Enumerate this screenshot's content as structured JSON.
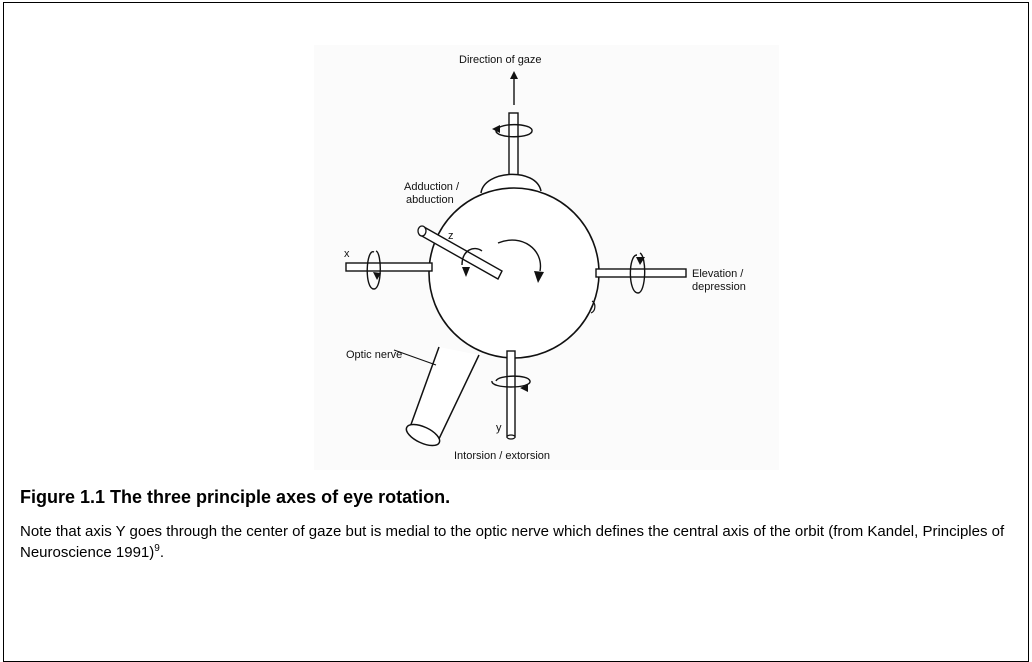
{
  "figure": {
    "labels": {
      "direction_of_gaze": "Direction of gaze",
      "adduction_line1": "Adduction /",
      "adduction_line2": "abduction",
      "z_axis": "z",
      "x_axis": "x",
      "elevation_line1": "Elevation /",
      "elevation_line2": "depression",
      "optic_nerve": "Optic nerve",
      "y_axis": "y",
      "intorsion": "Intorsion / extorsion"
    }
  },
  "caption": {
    "title": "Figure 1.1 The three principle axes of eye rotation.",
    "body": "Note that axis Y goes through the center of gaze but is medial to the optic nerve which defines the central axis of the orbit (from Kandel, Principles of Neuroscience 1991)",
    "reference": "9",
    "end": "."
  }
}
